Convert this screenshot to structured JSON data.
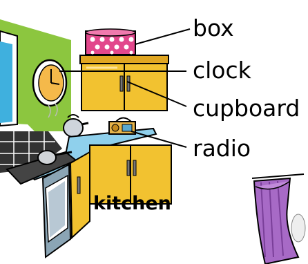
{
  "labels": {
    "box": "box",
    "clock": "clock",
    "cupboard": "cupboard",
    "radio": "radio"
  },
  "title": "kitchen",
  "colors": {
    "wall_green": "#8cc63f",
    "cupboard_yellow": "#f2c230",
    "counter_blue": "#8fd0ec",
    "box_pink": "#e2478c",
    "curtain_purple": "#a76ac6",
    "radio_gold": "#e7b44a"
  }
}
